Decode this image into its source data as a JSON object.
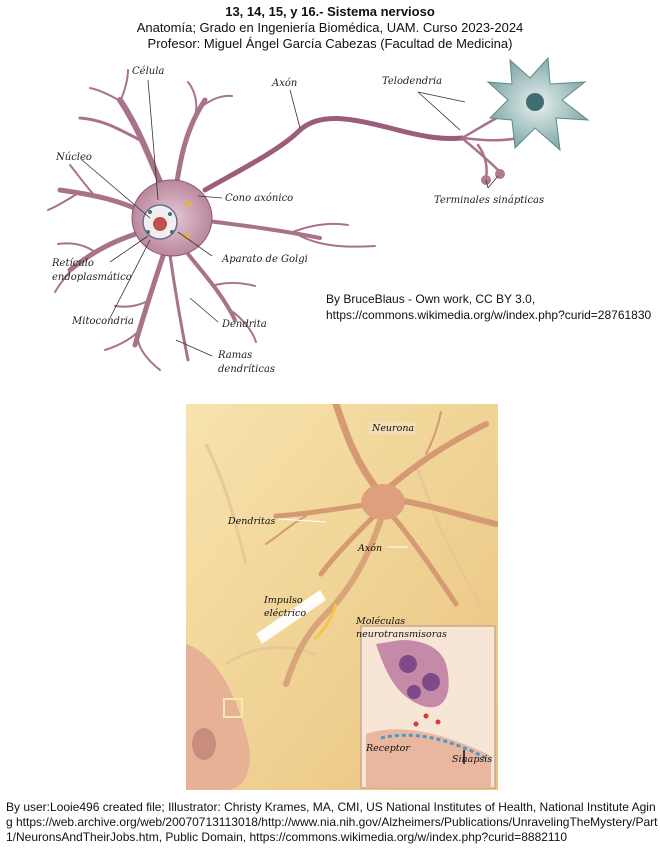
{
  "header": {
    "title": "13, 14, 15, y 16.- Sistema nervioso",
    "line2": "Anatomía; Grado en Ingeniería Biomédica, UAM. Curso 2023-2024",
    "line3": "Profesor: Miguel Ángel García Cabezas (Facultad de Medicina)"
  },
  "figure1": {
    "labels": {
      "celula": "Célula",
      "axon": "Axón",
      "telodendria": "Telodendria",
      "nucleo": "Núcleo",
      "cono_axonico": "Cono axónico",
      "terminales": "Terminales sinápticas",
      "aparato_golgi": "Aparato de Golgi",
      "reticulo_1": "Retículo",
      "reticulo_2": "endoplasmático",
      "mitocondria": "Mitocondria",
      "dendrita": "Dendrita",
      "ramas_1": "Ramas",
      "ramas_2": "dendríticas"
    },
    "credit_line1": "By BruceBlaus - Own work, CC BY 3.0,",
    "credit_line2": "https://commons.wikimedia.org/w/index.php?curid=28761830"
  },
  "figure2": {
    "labels": {
      "neurona": "Neurona",
      "dendritas": "Dendritas",
      "axon": "Axón",
      "impulso_1": "Impulso",
      "impulso_2": "eléctrico",
      "moleculas_1": "Moléculas",
      "moleculas_2": "neurotransmisoras",
      "receptor": "Receptor",
      "sinapsis": "Sinapsis"
    },
    "credit": "By user:Looie496 created file; Illustrator: Christy Krames, MA, CMI, US National Institutes of Health, National Institute Aging https://web.archive.org/web/20070713113018/http://www.nia.nih.gov/Alzheimers/Publications/UnravelingTheMystery/Part1/NeuronsAndTheirJobs.htm, Public Domain, https://commons.wikimedia.org/w/index.php?curid=8882110"
  },
  "colors": {
    "neuron_body": "#b9859b",
    "neuron_stroke": "#8e5670",
    "terminal_cell": "#7fa7a6",
    "bg_fig2": "#f2d99a",
    "inset_bg": "#f7e6d6"
  }
}
